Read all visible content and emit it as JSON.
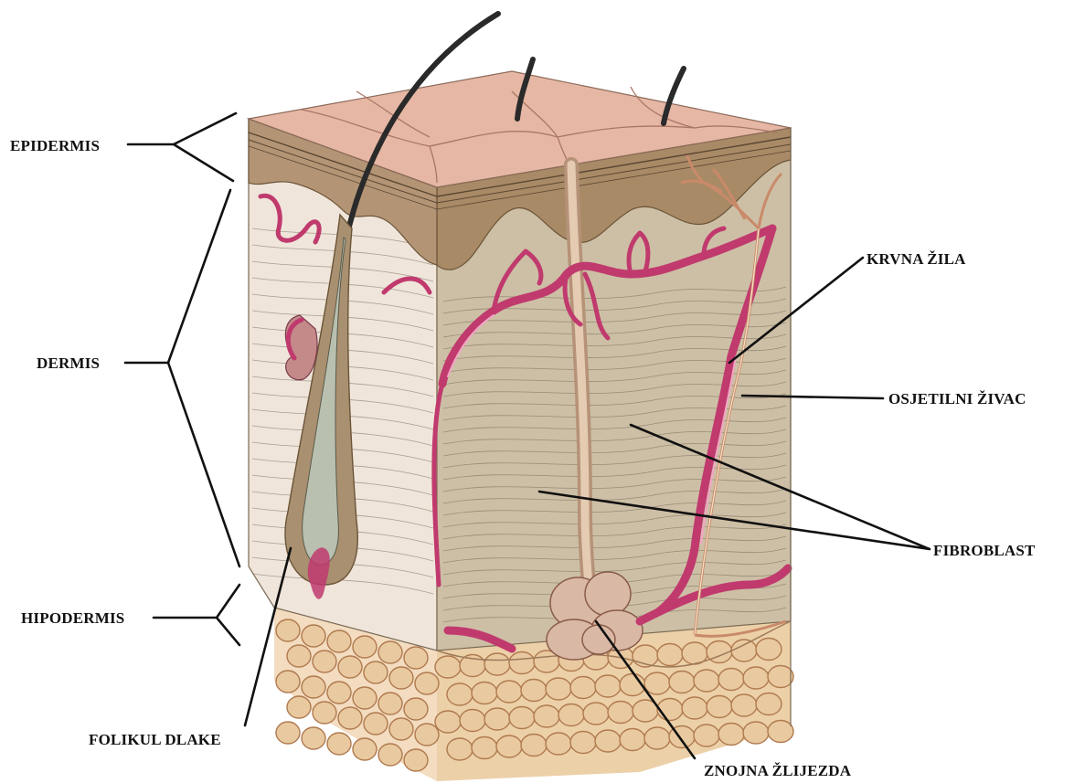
{
  "diagram": {
    "labels": {
      "epidermis": "EPIDERMIS",
      "dermis": "DERMIS",
      "hipodermis": "HIPODERMIS",
      "folikul_dlake": "FOLIKUL DLAKE",
      "krvna_zila": "KRVNA ŽILA",
      "osjetilni_zivac": "OSJETILNI ŽIVAC",
      "fibroblast": "FIBROBLAST",
      "znojna_zlijezda": "ZNOJNA ŽLIJEZDA"
    },
    "colors": {
      "skin_surface": "#e6b7a4",
      "epidermis_band": "#a98a66",
      "dermis_front": "#cbbfa8",
      "dermis_side": "#efe3d6",
      "hypodermis_fat": "#e9c9a0",
      "blood_vessel": "#c03a6e",
      "hair": "#2a2a2a",
      "label_text": "#111111"
    }
  }
}
